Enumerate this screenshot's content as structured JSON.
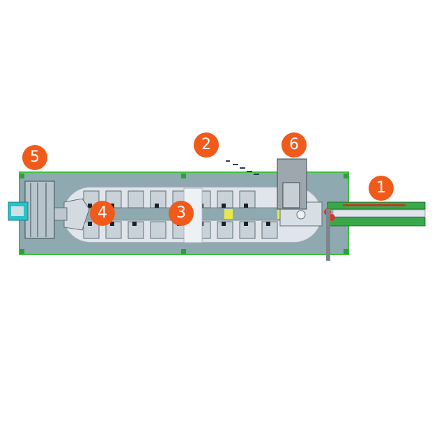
{
  "colors": {
    "background": "#ffffff",
    "frame_border": "#3fbf3f",
    "frame_fill": "#8fa9b0",
    "track": "#dfe5ea",
    "station": "#c9d2d9",
    "callout": "#f05a1a",
    "conveyor_green": "#3aa84a",
    "highlight_yellow": "#e8e84a",
    "accent_cyan": "#29c2c9"
  },
  "callouts": [
    {
      "id": "1",
      "label": "1"
    },
    {
      "id": "2",
      "label": "2"
    },
    {
      "id": "3",
      "label": "3"
    },
    {
      "id": "4",
      "label": "4"
    },
    {
      "id": "5",
      "label": "5"
    },
    {
      "id": "6",
      "label": "6"
    }
  ]
}
